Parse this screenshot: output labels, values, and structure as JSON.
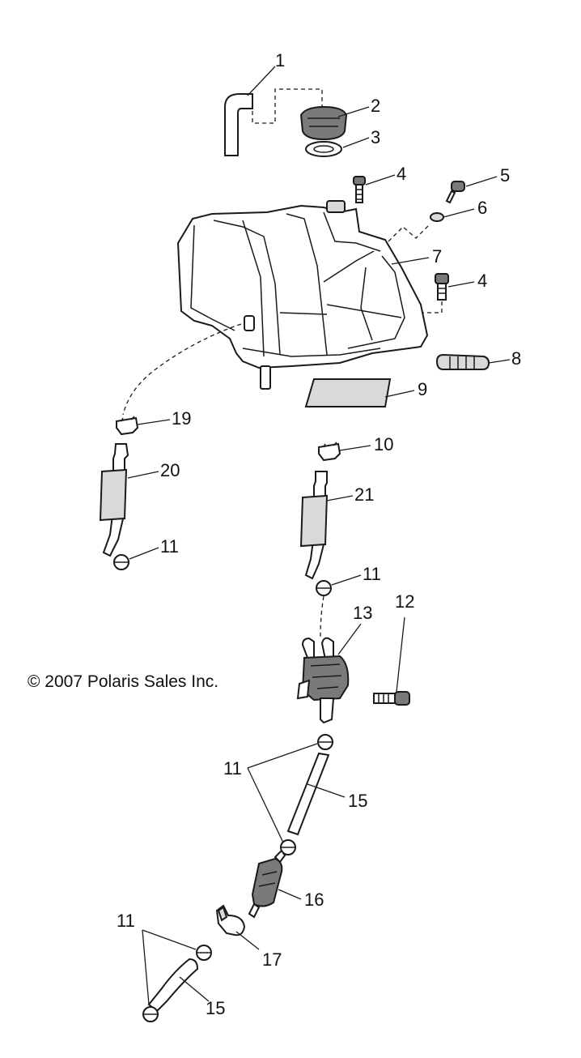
{
  "copyright": "© 2007 Polaris Sales Inc.",
  "callouts": {
    "c1": "1",
    "c2": "2",
    "c3": "3",
    "c4a": "4",
    "c4b": "4",
    "c5": "5",
    "c6": "6",
    "c7": "7",
    "c8": "8",
    "c9": "9",
    "c10": "10",
    "c19": "19",
    "c20": "20",
    "c21": "21",
    "c11a": "11",
    "c11b": "11",
    "c11c": "11",
    "c11d": "11",
    "c12": "12",
    "c13": "13",
    "c15a": "15",
    "c15b": "15",
    "c16": "16",
    "c17": "17"
  }
}
